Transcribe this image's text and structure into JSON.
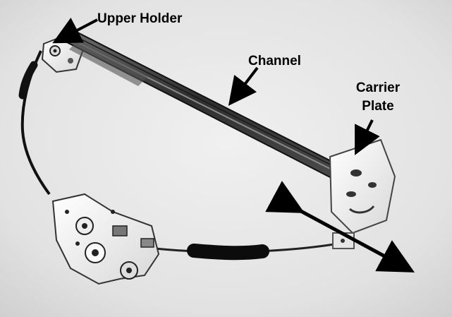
{
  "diagram": {
    "labels": {
      "upper_holder": "Upper Holder",
      "channel": "Channel",
      "carrier_plate_line1": "Carrier",
      "carrier_plate_line2": "Plate"
    },
    "colors": {
      "background": "#eaeaea",
      "channel_rail": "#3a3a3a",
      "plastic_parts": "#f2f2f2",
      "arrow": "#000000"
    },
    "icons": {
      "motion_arrow": "double-headed-arrow"
    }
  }
}
